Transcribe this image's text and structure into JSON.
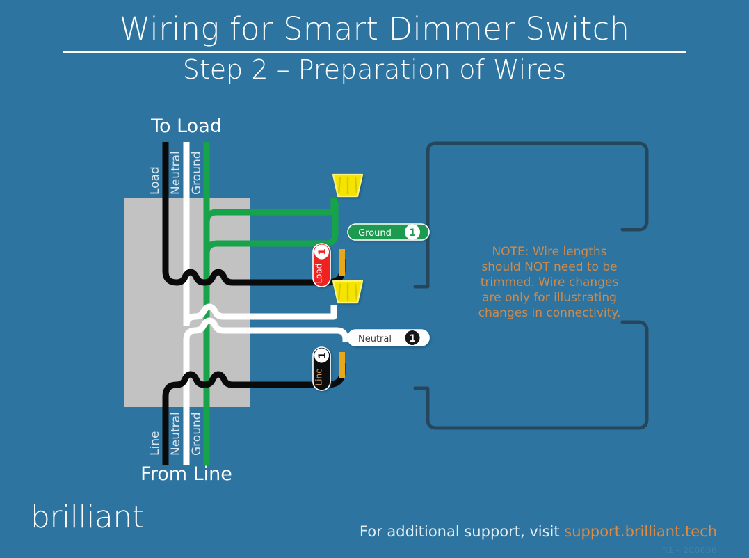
{
  "header": {
    "title": "Wiring for Smart Dimmer Switch",
    "subtitle": "Step 2 – Preparation of Wires"
  },
  "footer": {
    "logo": "brilliant",
    "support_prefix": "For additional support, visit ",
    "support_link": "support.brilliant.tech",
    "revision": "R1 - 200806"
  },
  "diagram": {
    "top_caption": "To Load",
    "bottom_caption": "From Line",
    "note": {
      "lines": [
        "NOTE: Wire lengths",
        "should NOT need to be",
        "trimmed.  Wire changes",
        "are only for illustrating",
        "changes in connectivity."
      ],
      "color": "#d08a4a"
    },
    "top_wire_labels": [
      {
        "text": "Load",
        "color": "#dbe6ee"
      },
      {
        "text": "Neutral",
        "color": "#dbe6ee"
      },
      {
        "text": "Ground",
        "color": "#dbe6ee"
      }
    ],
    "bottom_wire_labels": [
      {
        "text": "Line",
        "color": "#dbe6ee"
      },
      {
        "text": "Neutral",
        "color": "#dbe6ee"
      },
      {
        "text": "Ground",
        "color": "#dbe6ee"
      }
    ],
    "tags": [
      {
        "id": "ground",
        "text": "Ground",
        "badge": "1",
        "orientation": "horizontal",
        "fill": "#1a9a4f",
        "text_color": "#ffffff",
        "badge_fill": "#ffffff",
        "badge_text_color": "#1a9a4f"
      },
      {
        "id": "neutral",
        "text": "Neutral",
        "badge": "1",
        "orientation": "horizontal",
        "fill": "#ffffff",
        "text_color": "#3a3a3a",
        "badge_fill": "#1a1a1a",
        "badge_text_color": "#ffffff"
      },
      {
        "id": "load",
        "text": "Load",
        "badge": "1",
        "orientation": "vertical",
        "fill": "#ef2424",
        "text_color": "#ffffff",
        "badge_fill": "#ffffff",
        "badge_text_color": "#ef2424"
      },
      {
        "id": "line",
        "text": "Line",
        "badge": "1",
        "orientation": "vertical",
        "fill": "#0d0d0d",
        "text_color": "#c89a5e",
        "badge_fill": "#ffffff",
        "badge_text_color": "#0d0d0d"
      }
    ],
    "wire_nuts": [
      {
        "id": "ground-wire-nut",
        "color": "#f5e400"
      },
      {
        "id": "neutral-wire-nut",
        "color": "#f5e400"
      }
    ],
    "colors": {
      "background": "#2d74a0",
      "wall_box": "#c2c2c2",
      "wire_black": "#0a0a0a",
      "wire_white": "#ffffff",
      "wire_green": "#16a34a",
      "wire_copper": "#e8a81c",
      "device_outline": "#26465c"
    }
  }
}
